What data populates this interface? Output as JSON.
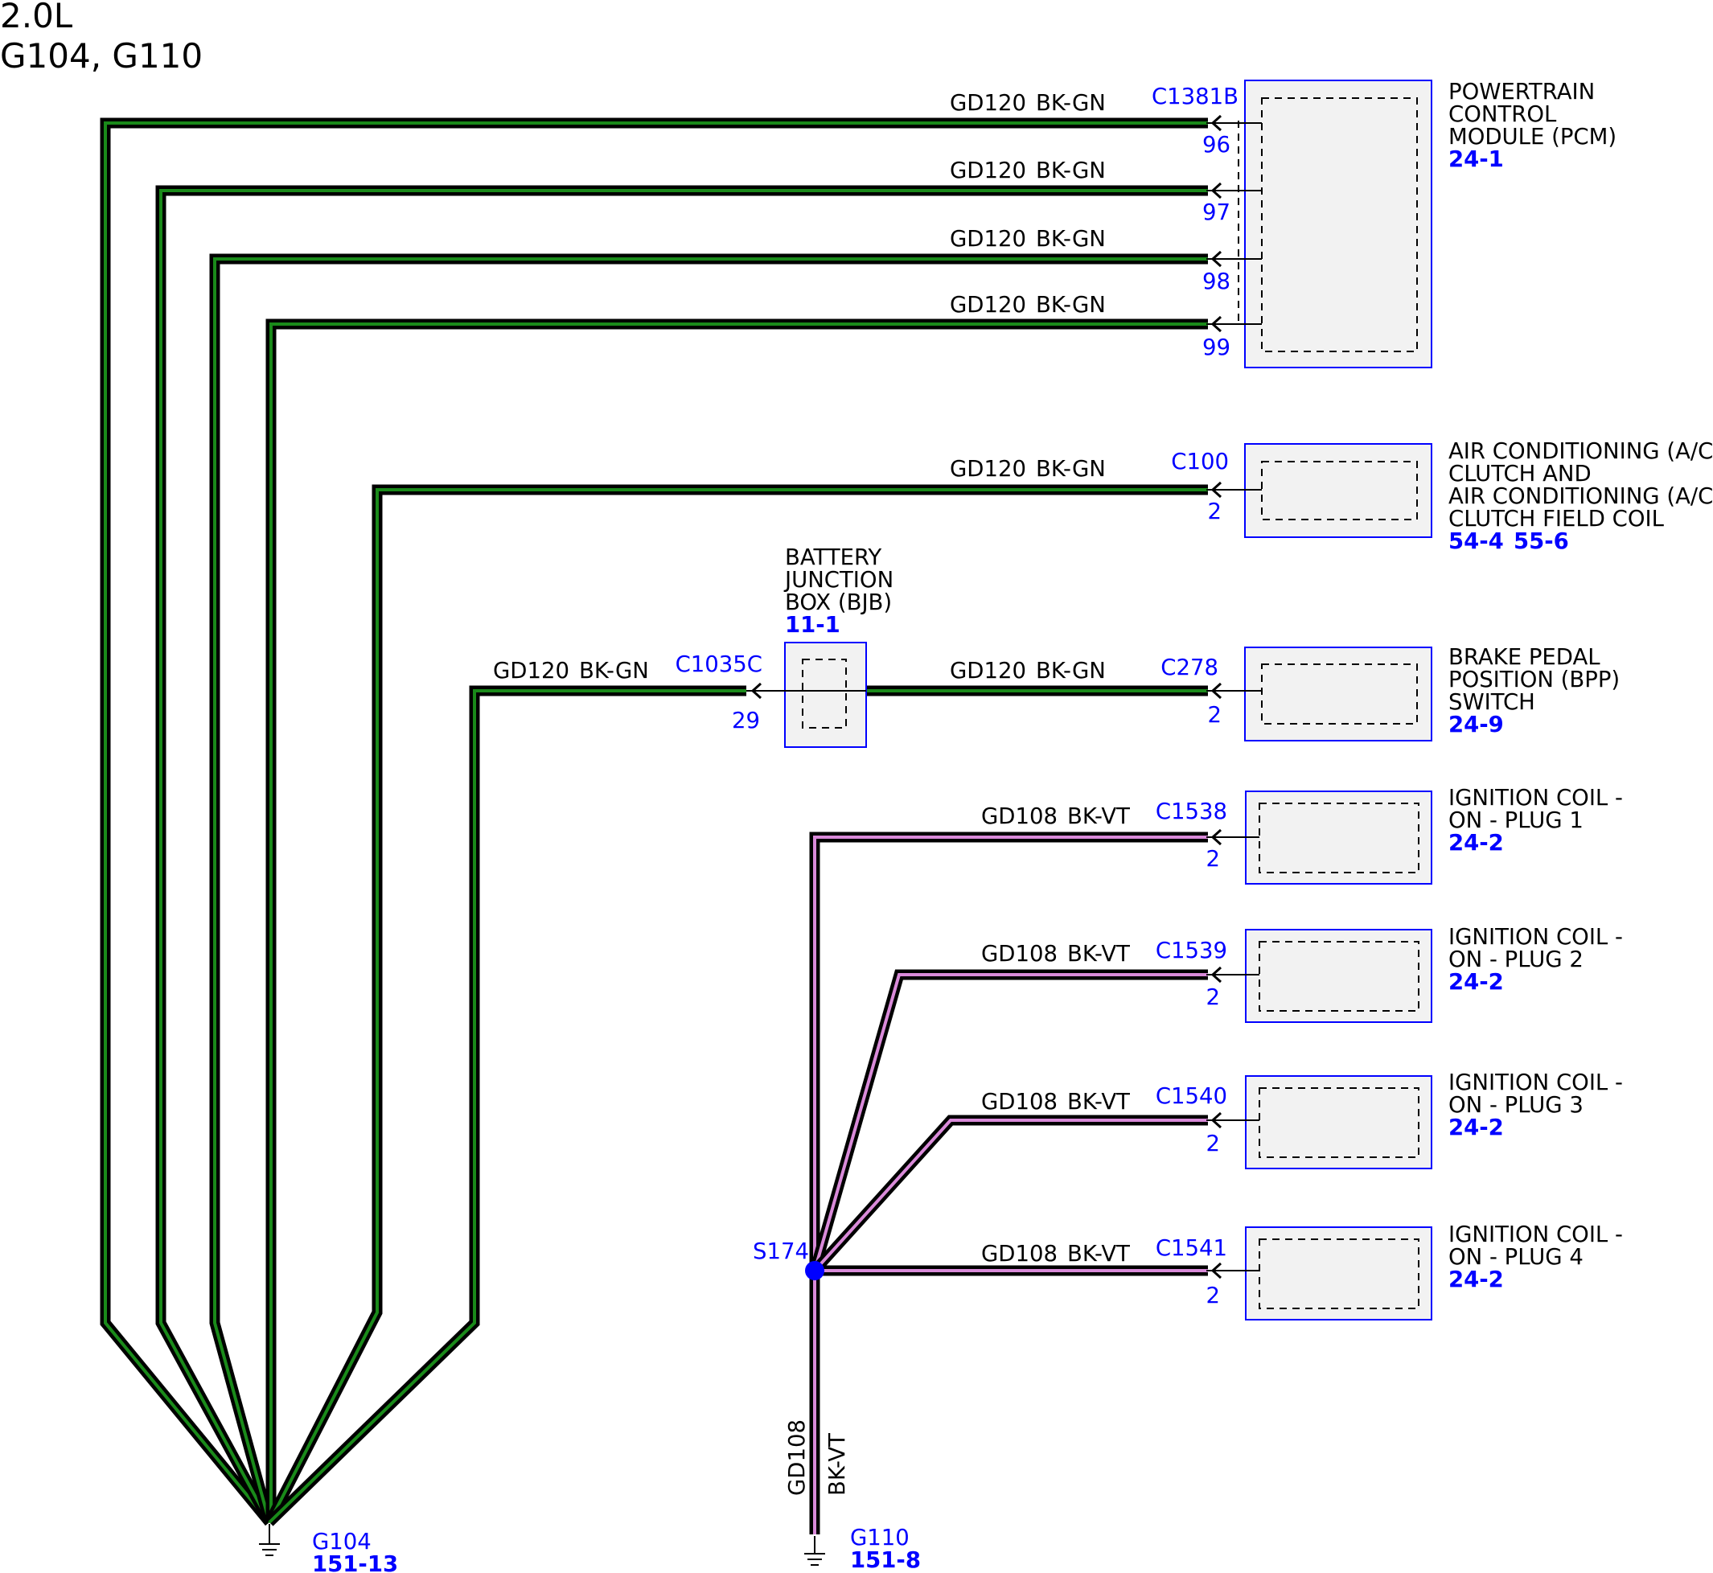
{
  "header": {
    "line1": "2.0L",
    "line2": "G104, G110"
  },
  "wire_colors": {
    "BK-GN_outer": "#000000",
    "BK-GN_inner": "#1a8a1a",
    "BK-VT_outer": "#000000",
    "BK-VT_inner": "#d98ad9"
  },
  "circuit_gn": {
    "circuit": "GD120",
    "color": "BK-GN"
  },
  "circuit_vt": {
    "circuit": "GD108",
    "color": "BK-VT"
  },
  "components": {
    "pcm": {
      "line1": "POWERTRAIN",
      "line2": "CONTROL",
      "line3": "MODULE (PCM)",
      "ref": "24-1",
      "connector": "C1381B",
      "pins": [
        "96",
        "97",
        "98",
        "99"
      ]
    },
    "ac": {
      "line1": "AIR CONDITIONING (A/C)",
      "line2": "CLUTCH AND",
      "line3": "AIR CONDITIONING (A/C)",
      "line4": "CLUTCH FIELD COIL",
      "ref1": "54-4",
      "ref2": "55-6",
      "connector": "C100",
      "pin": "2"
    },
    "bjb": {
      "line1": "BATTERY",
      "line2": "JUNCTION",
      "line3": "BOX (BJB)",
      "ref": "11-1",
      "connector": "C1035C",
      "pin": "29"
    },
    "bpp": {
      "line1": "BRAKE PEDAL",
      "line2": "POSITION (BPP)",
      "line3": "SWITCH",
      "ref": "24-9",
      "connector": "C278",
      "pin": "2"
    },
    "coil1": {
      "line1": "IGNITION COIL -",
      "line2": "ON - PLUG 1",
      "ref": "24-2",
      "connector": "C1538",
      "pin": "2"
    },
    "coil2": {
      "line1": "IGNITION COIL -",
      "line2": "ON - PLUG 2",
      "ref": "24-2",
      "connector": "C1539",
      "pin": "2"
    },
    "coil3": {
      "line1": "IGNITION COIL -",
      "line2": "ON - PLUG 3",
      "ref": "24-2",
      "connector": "C1540",
      "pin": "2"
    },
    "coil4": {
      "line1": "IGNITION COIL -",
      "line2": "ON - PLUG 4",
      "ref": "24-2",
      "connector": "C1541",
      "pin": "2"
    }
  },
  "splice": {
    "id": "S174"
  },
  "grounds": {
    "g104": {
      "id": "G104",
      "ref": "151-13"
    },
    "g110": {
      "id": "G110",
      "ref": "151-8"
    }
  }
}
